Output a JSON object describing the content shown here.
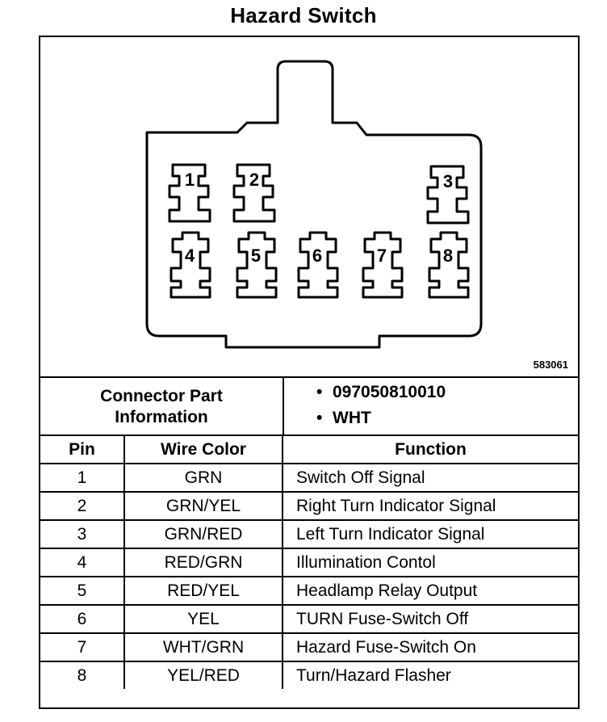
{
  "title": "Hazard Switch",
  "figure_code": "583061",
  "connector": {
    "pins": [
      "1",
      "2",
      "3",
      "4",
      "5",
      "6",
      "7",
      "8"
    ]
  },
  "connector_info": {
    "label": "Connector Part Information",
    "values": [
      "097050810010",
      "WHT"
    ],
    "bullet": "•"
  },
  "table": {
    "headers": [
      "Pin",
      "Wire Color",
      "Function"
    ],
    "rows": [
      [
        "1",
        "GRN",
        "Switch Off Signal"
      ],
      [
        "2",
        "GRN/YEL",
        "Right Turn Indicator Signal"
      ],
      [
        "3",
        "GRN/RED",
        "Left Turn Indicator Signal"
      ],
      [
        "4",
        "RED/GRN",
        "Illumination Contol"
      ],
      [
        "5",
        "RED/YEL",
        "Headlamp Relay Output"
      ],
      [
        "6",
        "YEL",
        "TURN Fuse-Switch Off"
      ],
      [
        "7",
        "WHT/GRN",
        "Hazard Fuse-Switch On"
      ],
      [
        "8",
        "YEL/RED",
        "Turn/Hazard Flasher"
      ]
    ]
  }
}
